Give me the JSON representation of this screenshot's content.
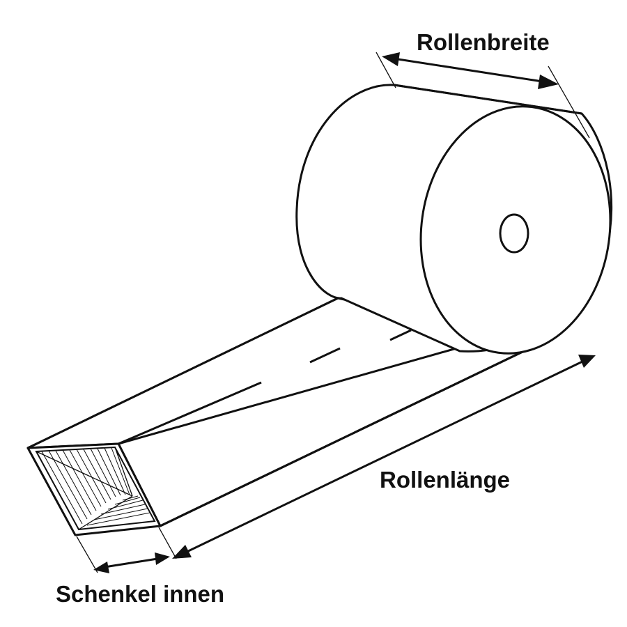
{
  "labels": {
    "roll_width": "Rollenbreite",
    "roll_length": "Rollenlänge",
    "gusset_inner": "Schenkel innen"
  },
  "colors": {
    "line": "#111111",
    "background": "#ffffff"
  }
}
